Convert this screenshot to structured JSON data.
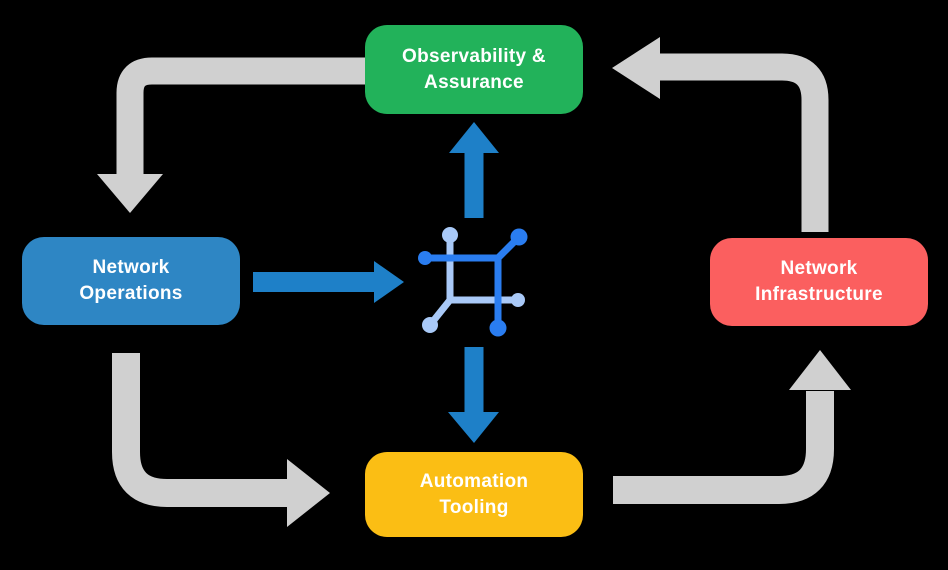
{
  "nodes": {
    "observability_assurance": {
      "label": "Observability &\nAssurance",
      "color": "#22B25A"
    },
    "network_operations": {
      "label": "Network\nOperations",
      "color": "#2E86C4"
    },
    "network_infrastructure": {
      "label": "Network\nInfrastructure",
      "color": "#FB5F5F"
    },
    "automation_tooling": {
      "label": "Automation\nTooling",
      "color": "#FBBE14"
    }
  },
  "center_icon": {
    "name": "network-automation-icon",
    "dark_color": "#2A7DF0",
    "light_color": "#A9C9F7"
  },
  "arrows": {
    "gray_color": "#D0D0D0",
    "blue_color": "#1E80C8",
    "flows": [
      {
        "from": "Observability & Assurance",
        "to": "Network Operations",
        "style": "gray"
      },
      {
        "from": "Network Infrastructure",
        "to": "Observability & Assurance",
        "style": "gray"
      },
      {
        "from": "Network Operations",
        "to": "Automation Tooling",
        "style": "gray"
      },
      {
        "from": "Automation Tooling",
        "to": "Network Infrastructure",
        "style": "gray"
      },
      {
        "from": "Network Operations",
        "to": "Center Icon",
        "style": "blue"
      },
      {
        "from": "Center Icon",
        "to": "Observability & Assurance",
        "style": "blue"
      },
      {
        "from": "Center Icon",
        "to": "Automation Tooling",
        "style": "blue"
      }
    ]
  },
  "colors": {
    "background": "#000000",
    "text": "#FFFFFF"
  }
}
